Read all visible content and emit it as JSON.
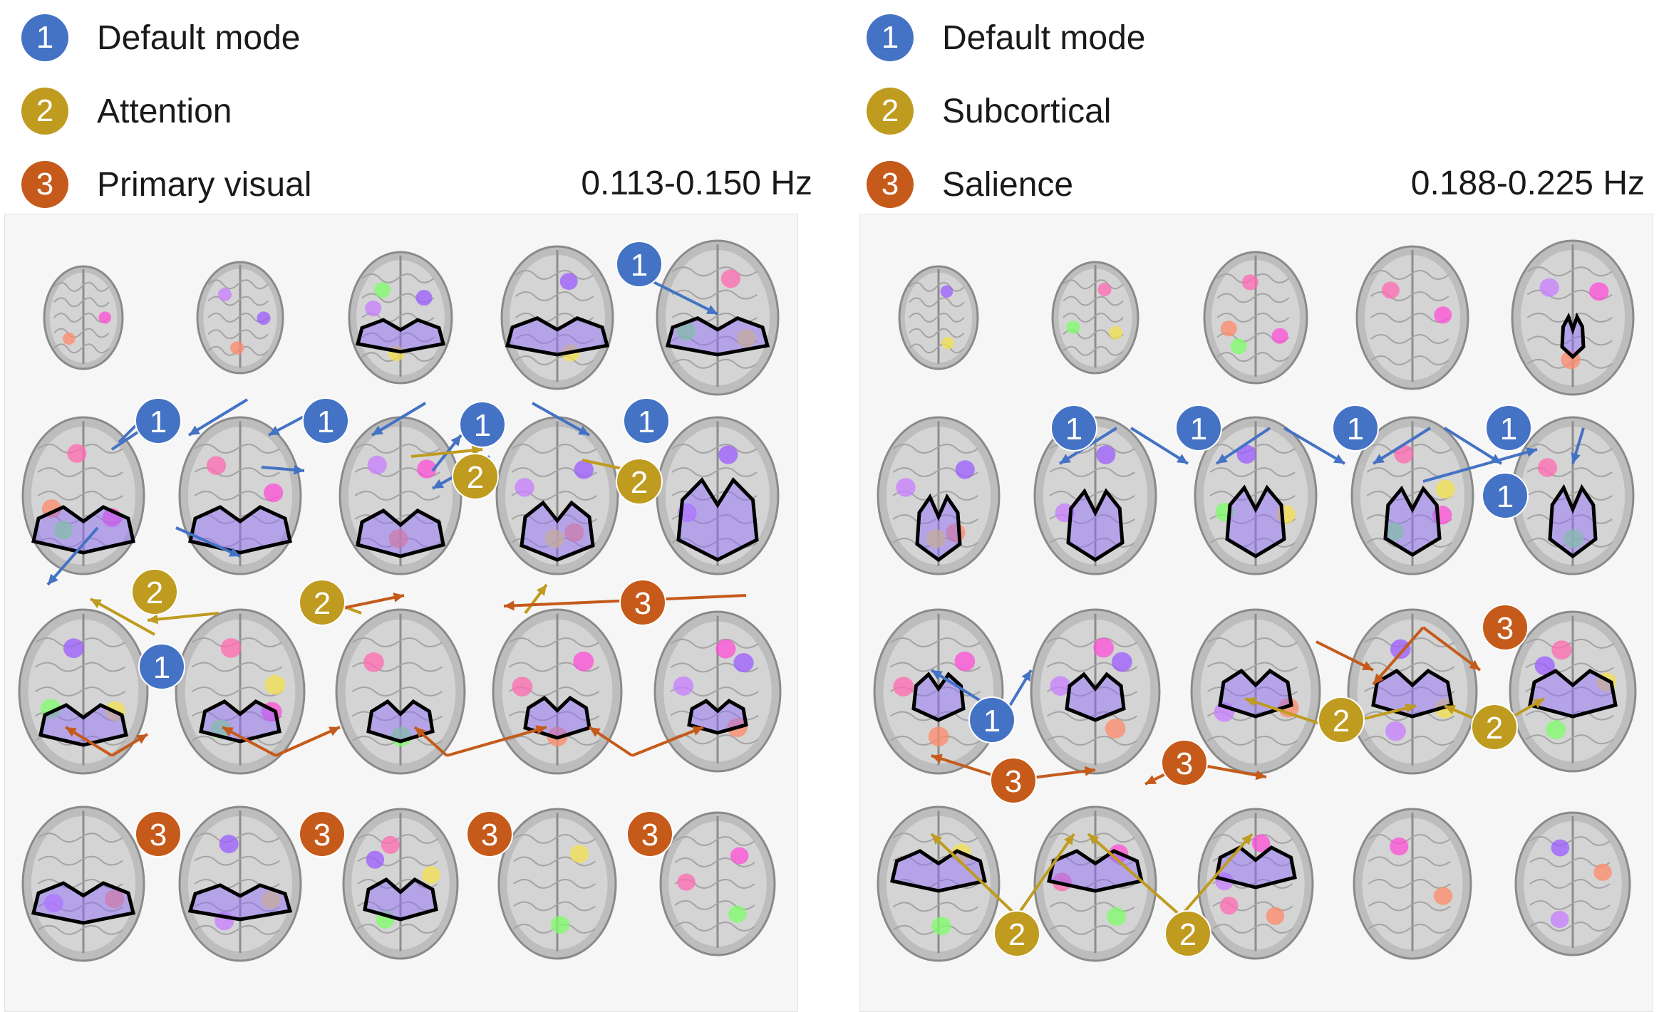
{
  "colors": {
    "default_mode": "#4472C4",
    "attention": "#BF9B1F",
    "subcortical": "#BF9B1F",
    "primary_visual": "#C55A1A",
    "salience": "#C55A1A",
    "outline": "#000000"
  },
  "left": {
    "legend": [
      {
        "num": "1",
        "label": "Default mode"
      },
      {
        "num": "2",
        "label": "Attention"
      },
      {
        "num": "3",
        "label": "Primary visual"
      }
    ],
    "freq": "0.113-0.150 Hz"
  },
  "right": {
    "legend": [
      {
        "num": "1",
        "label": "Default mode"
      },
      {
        "num": "2",
        "label": "Subcortical"
      },
      {
        "num": "3",
        "label": "Salience"
      }
    ],
    "freq": "0.188-0.225 Hz"
  }
}
